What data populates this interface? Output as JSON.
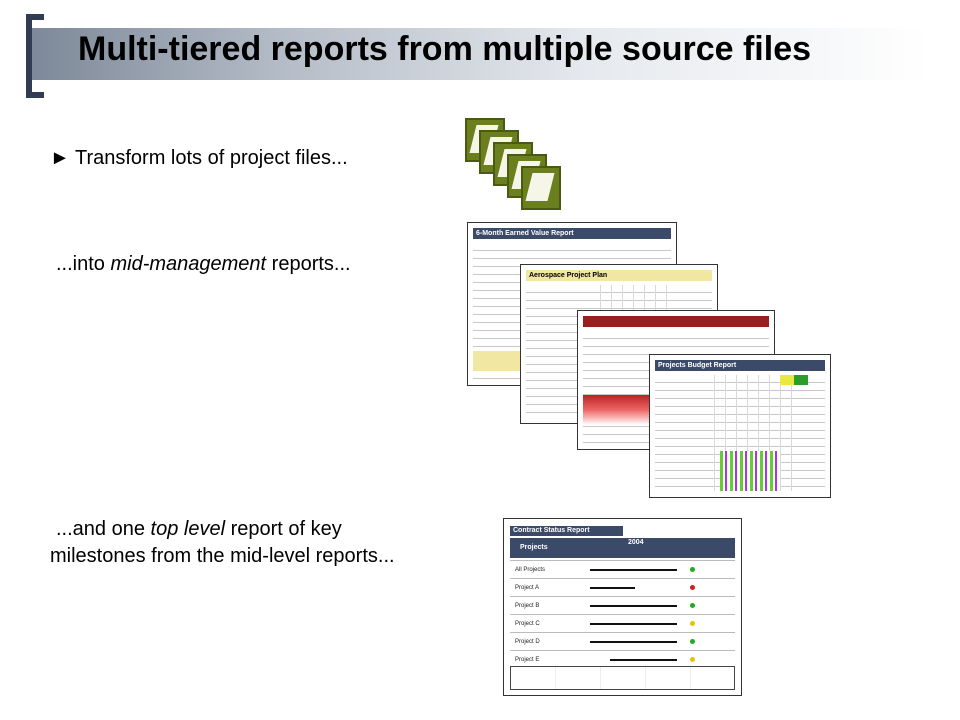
{
  "slide": {
    "title": "Multi-tiered reports from multiple source files",
    "line1_prefix": "► Transform lots of project files...",
    "line2_prefix": "...into ",
    "line2_italic": "mid-management",
    "line2_suffix": " reports...",
    "line3_prefix": "...and one ",
    "line3_italic": "top level",
    "line3_suffix": " report of key",
    "line4": "milestones from the mid-level reports..."
  },
  "reports": {
    "earned_value_title": "6-Month Earned Value Report",
    "project_plan_title": "Aerospace Project Plan",
    "budget_title": "Projects Budget Report",
    "contract_title": "Contract Status Report",
    "contract_col_projects": "Projects",
    "contract_col_year": "2004",
    "contract_rows": [
      "All Projects",
      "Project A",
      "Project B",
      "Project C",
      "Project D",
      "Project E"
    ]
  },
  "colors": {
    "title_band_dark": "#7d8898",
    "bracket": "#2f3c52",
    "report_header": "#3b4a68",
    "file_icon": "#6b7f1e"
  },
  "icons": [
    "project-file-icon"
  ]
}
